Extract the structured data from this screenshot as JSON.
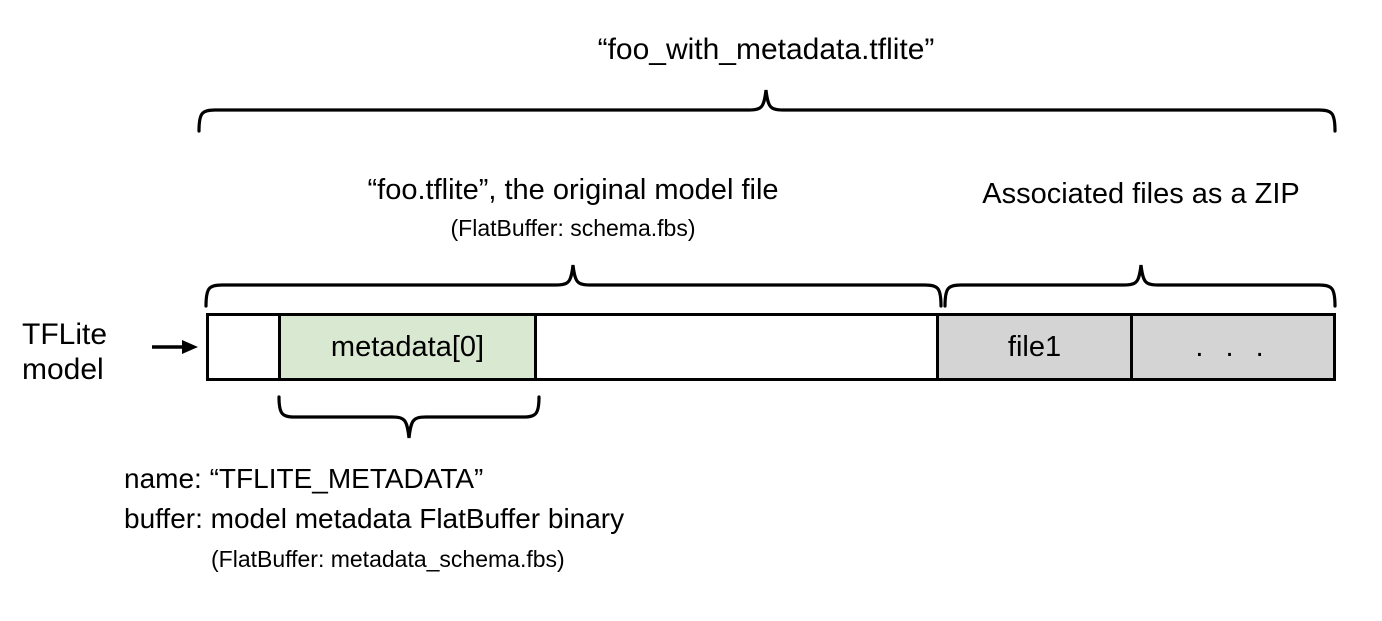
{
  "diagram": {
    "title": "“foo_with_metadata.tflite”",
    "left_label_line1": "TFLite",
    "left_label_line2": "model",
    "sections": [
      {
        "name": "model-file",
        "label": "“foo.tflite”, the original model file",
        "sublabel": "(FlatBuffer: schema.fbs)"
      },
      {
        "name": "associated-files",
        "label": "Associated files as a ZIP",
        "sublabel": ""
      }
    ],
    "segments": [
      {
        "name": "leading-empty",
        "label": "",
        "fill": "#ffffff"
      },
      {
        "name": "metadata-block",
        "label": "metadata[0]",
        "fill": "#d9e8d0"
      },
      {
        "name": "model-body",
        "label": "",
        "fill": "#ffffff"
      },
      {
        "name": "zip-file1",
        "label": "file1",
        "fill": "#d4d4d4"
      },
      {
        "name": "zip-more",
        "label": ". . .",
        "fill": "#d4d4d4"
      }
    ],
    "metadata_note": {
      "line1": "name: “TFLITE_METADATA”",
      "line2": "buffer: model metadata FlatBuffer binary",
      "line3": "(FlatBuffer: metadata_schema.fbs)"
    },
    "colors": {
      "metadata_fill": "#d9e8d0",
      "zip_fill": "#d4d4d4",
      "stroke": "#000000",
      "background": "#ffffff"
    },
    "icons": {
      "arrow": "right-arrow-icon"
    }
  }
}
